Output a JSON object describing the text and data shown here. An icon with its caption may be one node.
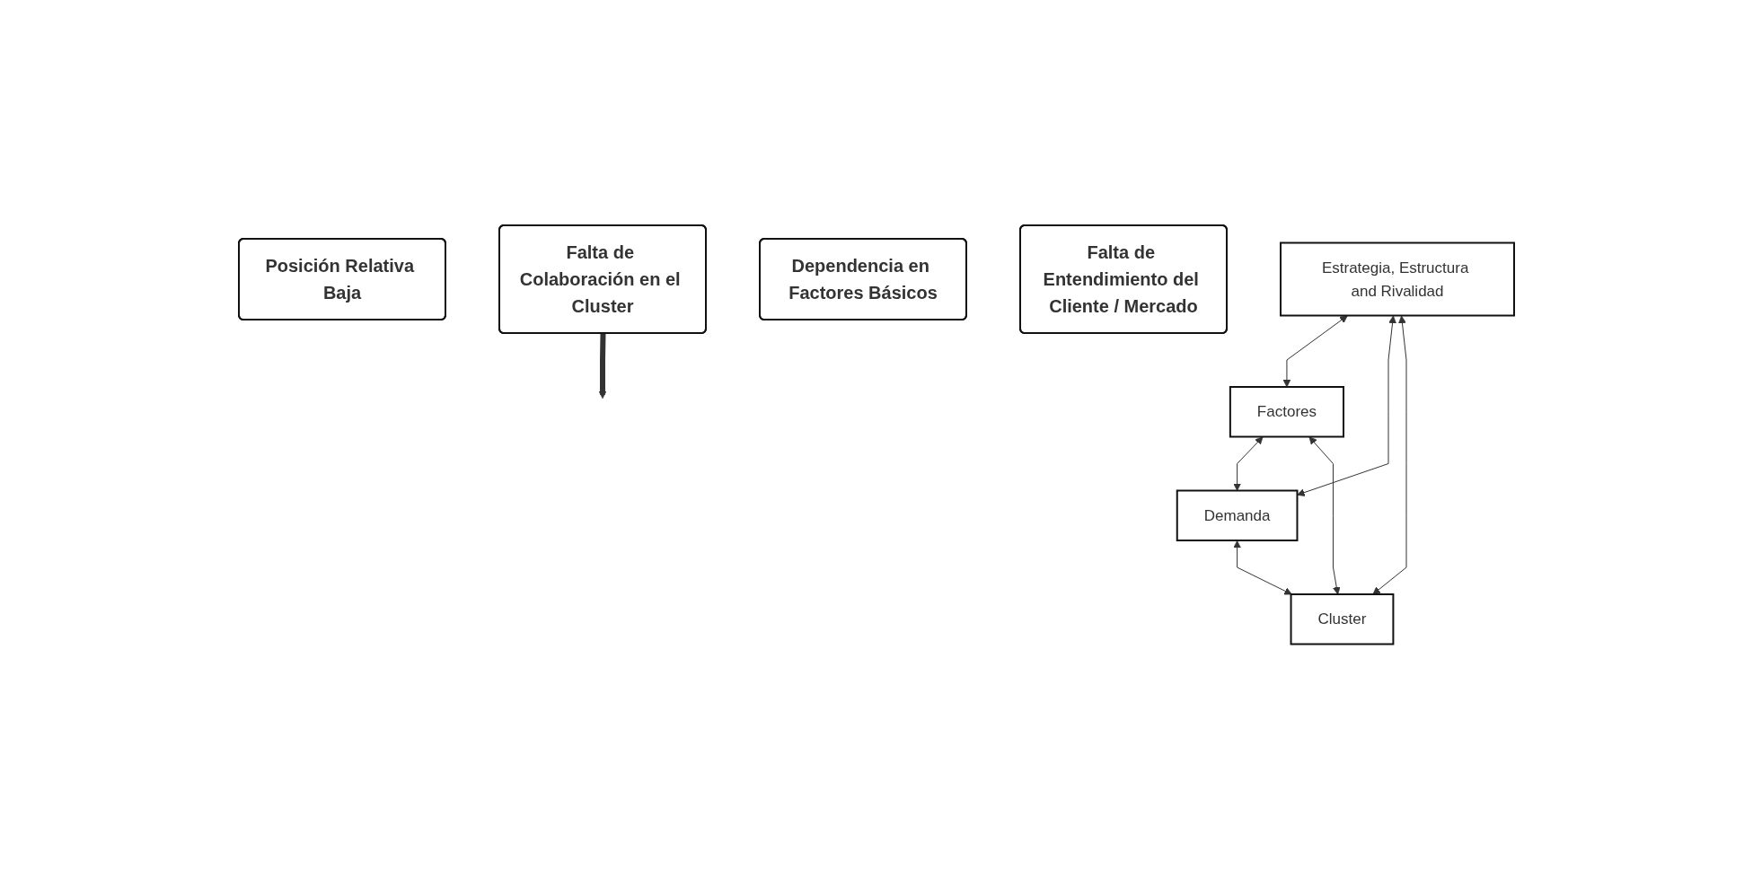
{
  "diagram": {
    "nodes": [
      {
        "text": [
          "Posición Relativa Baja"
        ]
      },
      {
        "text": [
          "Estrategia, Estructura and Rivalidad"
        ]
      },
      {
        "text": [
          "Dependencia en Factores Básicos"
        ]
      },
      {
        "text": [
          "Factores"
        ]
      },
      {
        "text": [
          "Demanda"
        ]
      },
      {
        "text": [
          "Falta de Entendimiento del Cliente / Mercado"
        ]
      },
      {
        "text": [
          "Cluster"
        ]
      },
      {
        "text": [
          "Falta de Colaboración en el Cluster"
        ]
      }
    ],
    "edges": [
      {
        "from": 1,
        "to": 3,
        "arrow": "both"
      },
      {
        "from": 1,
        "to": 4,
        "arrow": "both"
      },
      {
        "from": 3,
        "to": 4,
        "arrow": "both"
      },
      {
        "from": 1,
        "to": 6,
        "arrow": "both"
      },
      {
        "from": 3,
        "to": 6,
        "arrow": "both"
      },
      {
        "from": 4,
        "to": 6,
        "arrow": "both"
      },
      {
        "from": 7,
        "to": null,
        "arrow": "to",
        "style": "thick"
      }
    ]
  }
}
